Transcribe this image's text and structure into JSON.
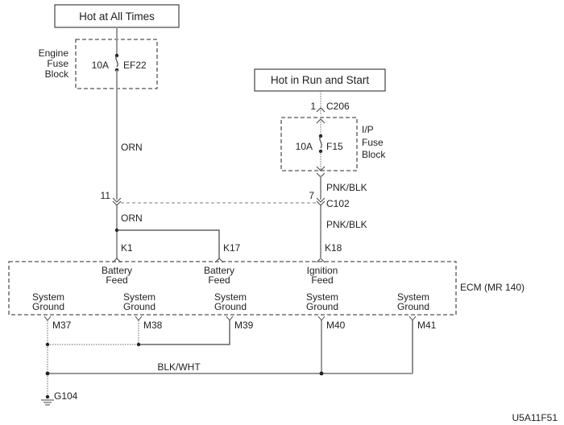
{
  "diagram": {
    "power_labels": {
      "hot_at_all_times": "Hot at All Times",
      "hot_in_run_and_start": "Hot in Run and Start"
    },
    "engine_fuse_block": {
      "label_lines": [
        "Engine",
        "Fuse",
        "Block"
      ],
      "rating": "10A",
      "fuse_id": "EF22"
    },
    "ip_fuse_block": {
      "label_lines": [
        "I/P",
        "Fuse",
        "Block"
      ],
      "rating": "10A",
      "fuse_id": "F15",
      "connector_pin": "1",
      "connector_id": "C206"
    },
    "wires": {
      "orn_upper": "ORN",
      "orn_lower": "ORN",
      "pnk_blk_upper": "PNK/BLK",
      "pnk_blk_lower": "PNK/BLK",
      "blk_wht": "BLK/WHT"
    },
    "connector_c102": {
      "pin_left": "11",
      "pin_right": "7",
      "connector_id": "C102"
    },
    "ecm": {
      "label": "ECM (MR 140)",
      "inputs": [
        {
          "pin": "K1",
          "lines": [
            "Battery",
            "Feed"
          ]
        },
        {
          "pin": "K17",
          "lines": [
            "Battery",
            "Feed"
          ]
        },
        {
          "pin": "K18",
          "lines": [
            "Ignition",
            "Feed"
          ]
        }
      ],
      "grounds": [
        {
          "pin": "M37",
          "lines": [
            "System",
            "Ground"
          ]
        },
        {
          "pin": "M38",
          "lines": [
            "System",
            "Ground"
          ]
        },
        {
          "pin": "M39",
          "lines": [
            "System",
            "Ground"
          ]
        },
        {
          "pin": "M40",
          "lines": [
            "System",
            "Ground"
          ]
        },
        {
          "pin": "M41",
          "lines": [
            "System",
            "Ground"
          ]
        }
      ]
    },
    "ground_point": "G104",
    "figure_id": "U5A11F51"
  }
}
